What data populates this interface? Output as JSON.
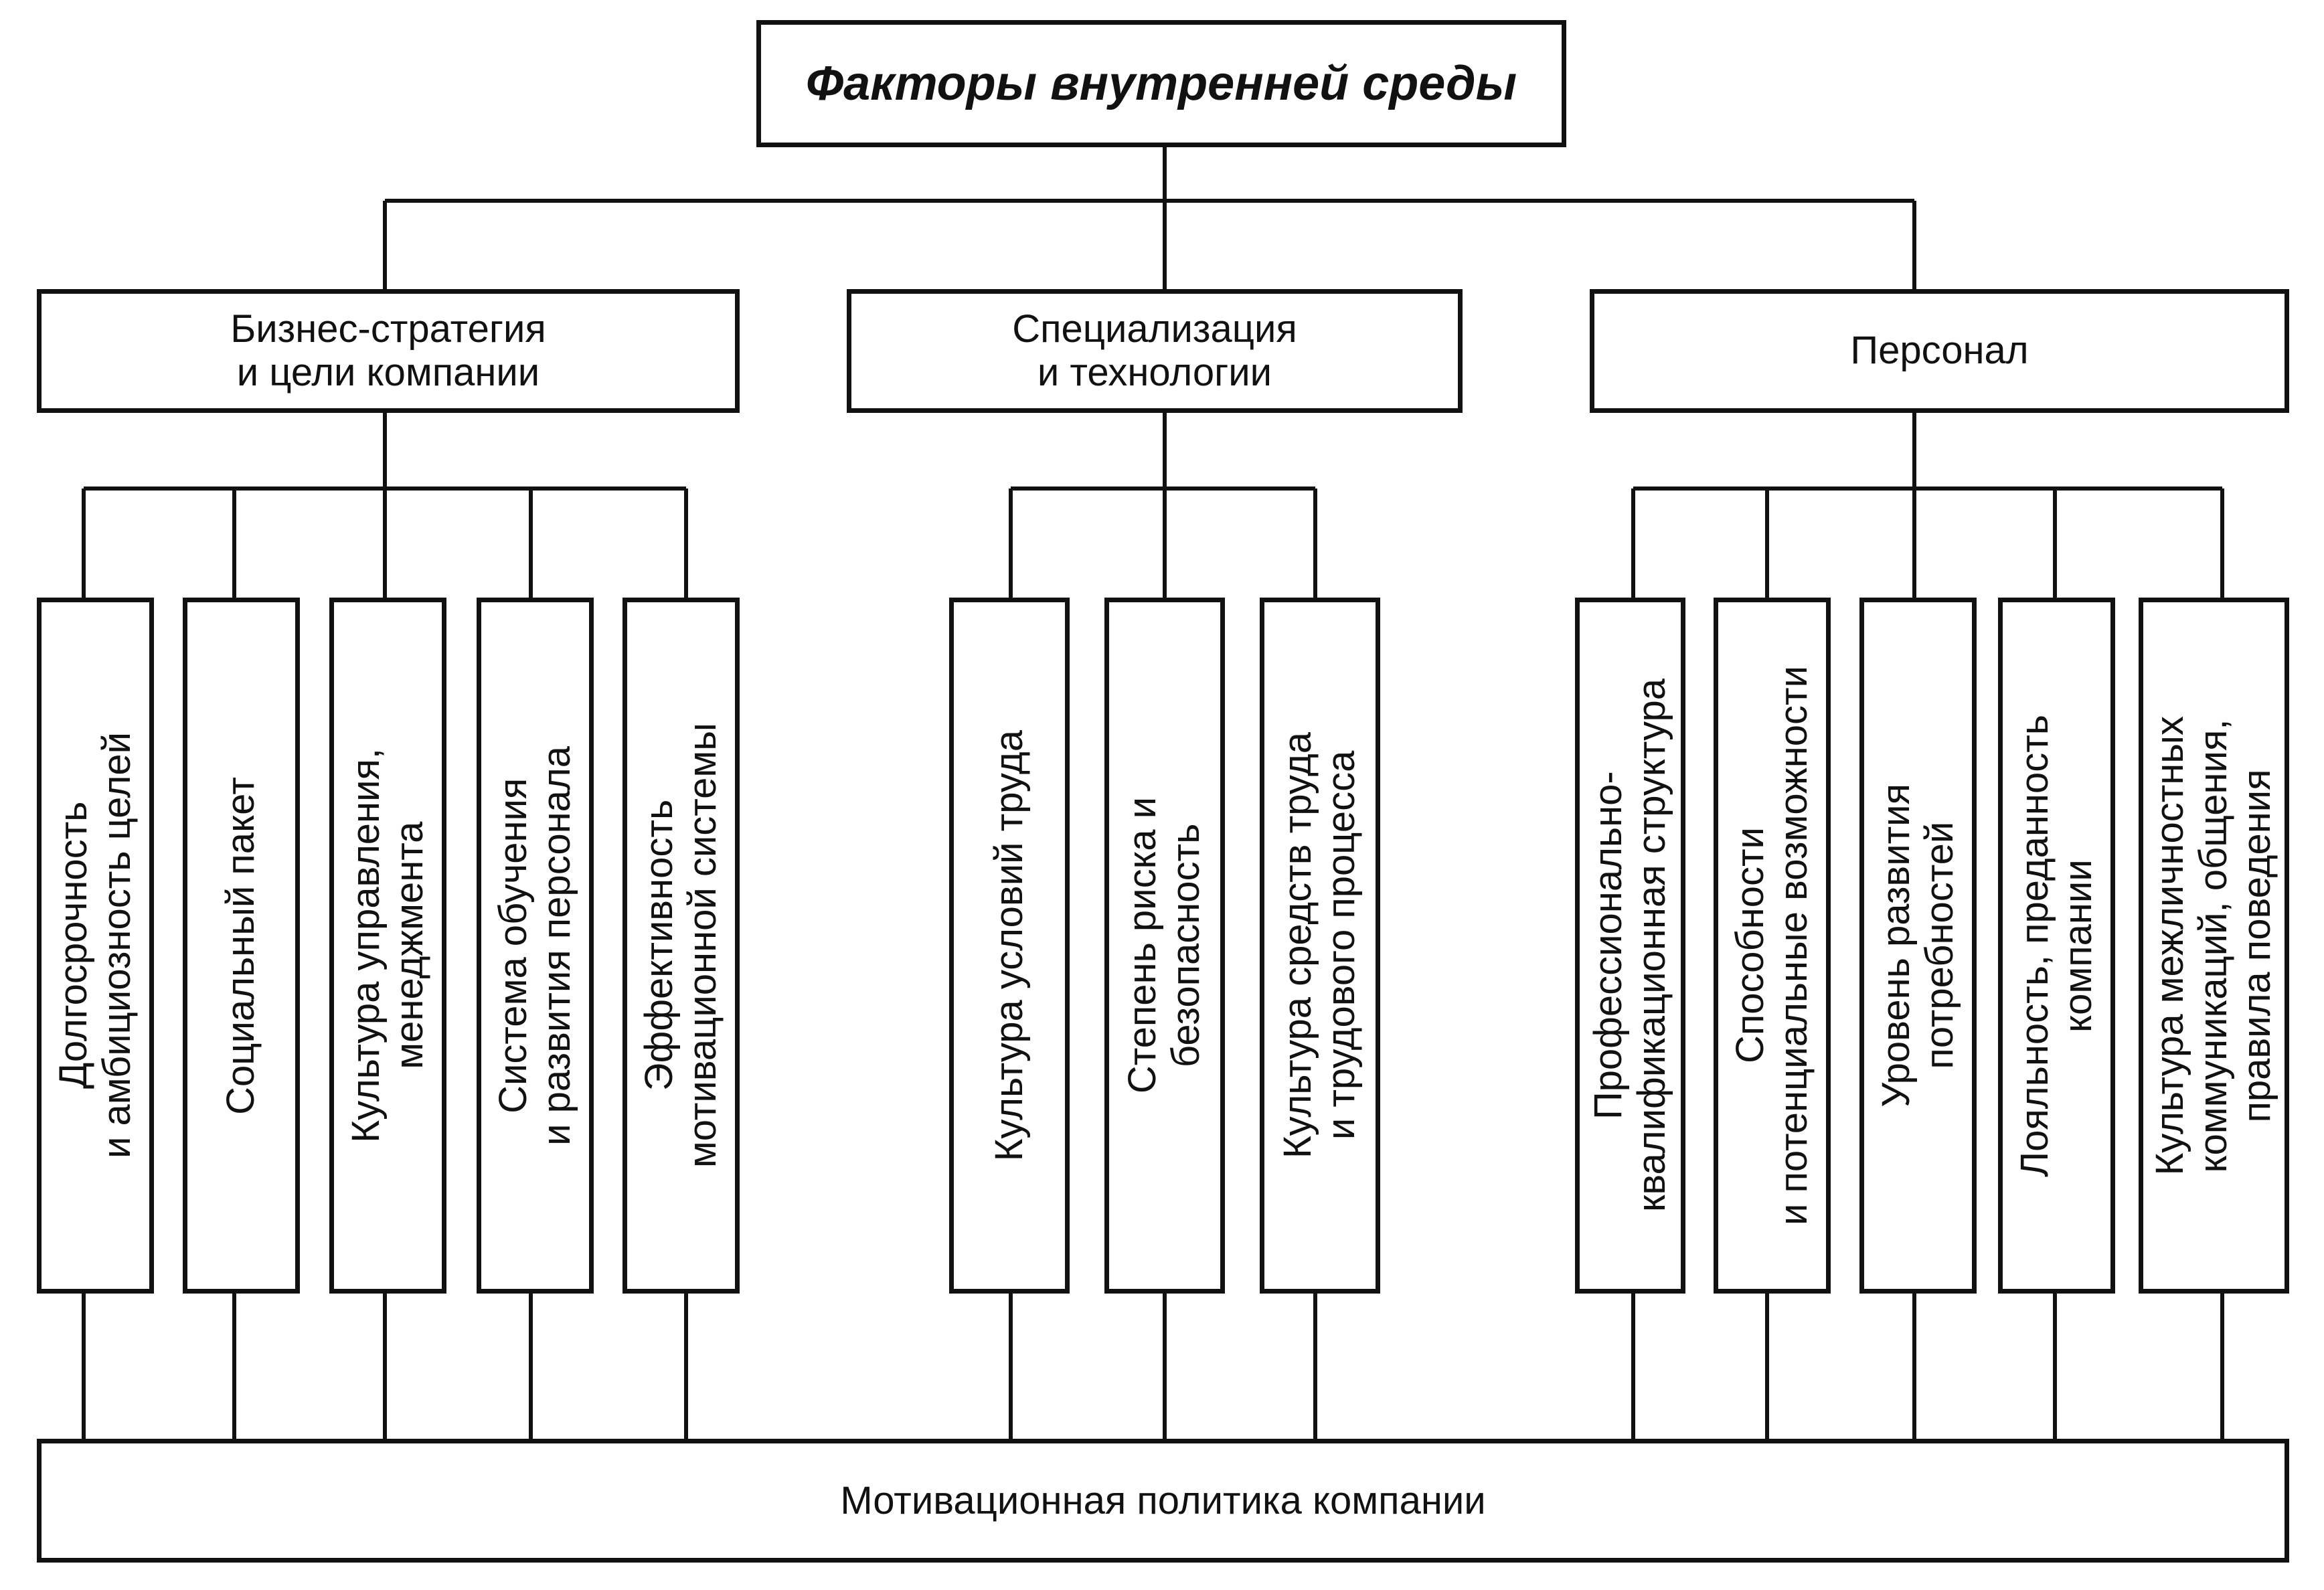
{
  "title": "Факторы внутренней среды",
  "categories": [
    {
      "label": "Бизнес-стратегия\nи цели компании",
      "items": [
        "Долгосрочность\nи амбициозность целей",
        "Социальный пакет",
        "Культура управления,\nменеджмента",
        "Система обучения\nи  развития персонала",
        "Эффективность\nмотивационной системы"
      ]
    },
    {
      "label": "Специализация\nи технологии",
      "items": [
        "Культура условий труда",
        "Степень риска и\nбезопасность",
        "Культура средств труда\nи трудового процесса"
      ]
    },
    {
      "label": "Персонал",
      "items": [
        "Профессионально-\nквалификационная структура",
        "Способности\nи потенциальные возможности",
        "Уровень развития\nпотребностей",
        "Лояльность, преданность\nкомпании",
        "Культура межличностных\nкоммуникаций, общения,\nправила поведения"
      ]
    }
  ],
  "bottom": "Мотивационная политика компании"
}
